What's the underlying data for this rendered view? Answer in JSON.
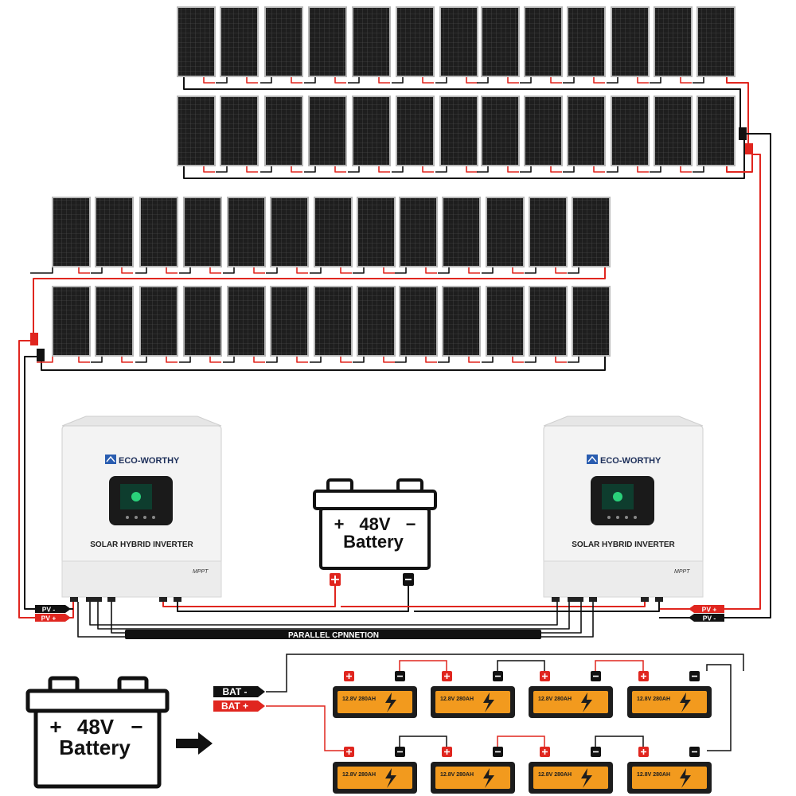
{
  "brand": "ECO-WORTHY",
  "inverters": [
    {
      "model": "SOLAR HYBRID INVERTER",
      "mppt": "MPPT"
    },
    {
      "model": "SOLAR HYBRID INVERTER",
      "mppt": "MPPT"
    }
  ],
  "center_battery": {
    "voltage": "48V",
    "label": "Battery",
    "plus": "+",
    "minus": "−"
  },
  "bottom_battery": {
    "voltage": "48V",
    "label": "Battery",
    "plus": "+",
    "minus": "−"
  },
  "parallel_label": "PARALLEL CPNNETION",
  "pv_labels": {
    "neg": "PV -",
    "pos": "PV +"
  },
  "bat_labels": {
    "neg": "BAT -",
    "pos": "BAT +"
  },
  "battery_module_text": "12.8V 280AH",
  "battery_modules_count": 8,
  "panel_layout": {
    "top_array_rows": 2,
    "left_array_rows": 2,
    "panels_per_row": 13
  },
  "colors": {
    "positive": "#e0261f",
    "negative": "#111111",
    "panel": "#1c1c1c",
    "panel_frame": "#b8b8b8",
    "inverter_body": "#f2f2f2",
    "battery_orange": "#f29a1e"
  }
}
